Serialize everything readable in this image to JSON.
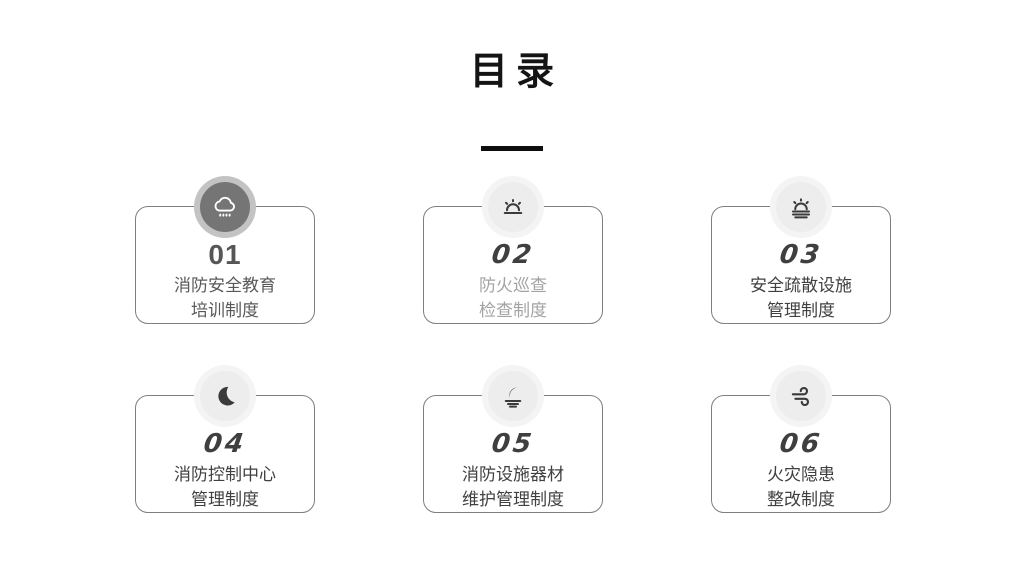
{
  "page": {
    "title": "目录",
    "background": "#ffffff",
    "title_color": "#141414",
    "divider_color": "#0d0d0d"
  },
  "colors": {
    "card_border": "#7f7f7f",
    "badge_dark_fill": "#757575",
    "badge_dark_ring": "#c3c3c3",
    "badge_dark_glyph": "#ffffff",
    "badge_light_fill": "#ededed",
    "badge_light_ring": "#f4f4f4",
    "badge_light_glyph": "#3a3a3a"
  },
  "cards": [
    {
      "number": "01",
      "line1": "消防安全教育",
      "line2": "培训制度",
      "icon": "cloud-rain-icon",
      "badge": "dark",
      "number_color": "#565656",
      "text_color": "#595959"
    },
    {
      "number": "02",
      "line1": "防火巡查",
      "line2": "检查制度",
      "icon": "sunrise-icon",
      "badge": "light",
      "number_color": "#3f3f3f",
      "text_color": "#a3a3a3"
    },
    {
      "number": "03",
      "line1": "安全疏散设施",
      "line2": "管理制度",
      "icon": "sunset-haze-icon",
      "badge": "light",
      "number_color": "#3f3f3f",
      "text_color": "#404040"
    },
    {
      "number": "04",
      "line1": "消防控制中心",
      "line2": "管理制度",
      "icon": "moon-icon",
      "badge": "light",
      "number_color": "#3f3f3f",
      "text_color": "#404040"
    },
    {
      "number": "05",
      "line1": "消防设施器材",
      "line2": "维护管理制度",
      "icon": "moonset-haze-icon",
      "badge": "light",
      "number_color": "#3f3f3f",
      "text_color": "#404040"
    },
    {
      "number": "06",
      "line1": "火灾隐患",
      "line2": "整改制度",
      "icon": "wind-icon",
      "badge": "light",
      "number_color": "#3f3f3f",
      "text_color": "#404040"
    }
  ]
}
